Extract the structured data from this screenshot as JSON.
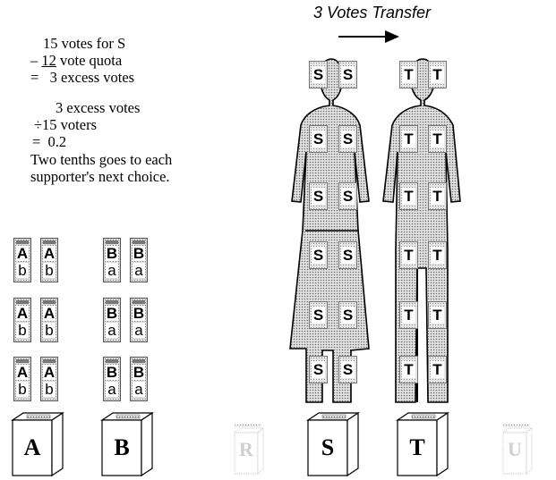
{
  "title": "3 Votes Transfer",
  "calc": {
    "line1": "15 votes for S",
    "line2_prefix": "– ",
    "line2_num": "12",
    "line2_rest": " vote quota",
    "line3": "=   3 excess votes",
    "line4": "3 excess votes",
    "line5": "÷15 voters",
    "line6": "=  0.2",
    "line7": "Two tenths goes to each",
    "line8": "supporter's next choice."
  },
  "ballots": {
    "A": {
      "top": "A",
      "bottom": "b"
    },
    "B": {
      "top": "B",
      "bottom": "a"
    }
  },
  "figure_tags": {
    "S": "S",
    "T": "T"
  },
  "boxes": [
    {
      "label": "A",
      "faint": false
    },
    {
      "label": "B",
      "faint": false
    },
    {
      "label": "R",
      "faint": true
    },
    {
      "label": "S",
      "faint": false
    },
    {
      "label": "T",
      "faint": false
    },
    {
      "label": "U",
      "faint": true
    }
  ],
  "colors": {
    "figure_fill": "#bdbdbd",
    "stroke": "#000000"
  }
}
